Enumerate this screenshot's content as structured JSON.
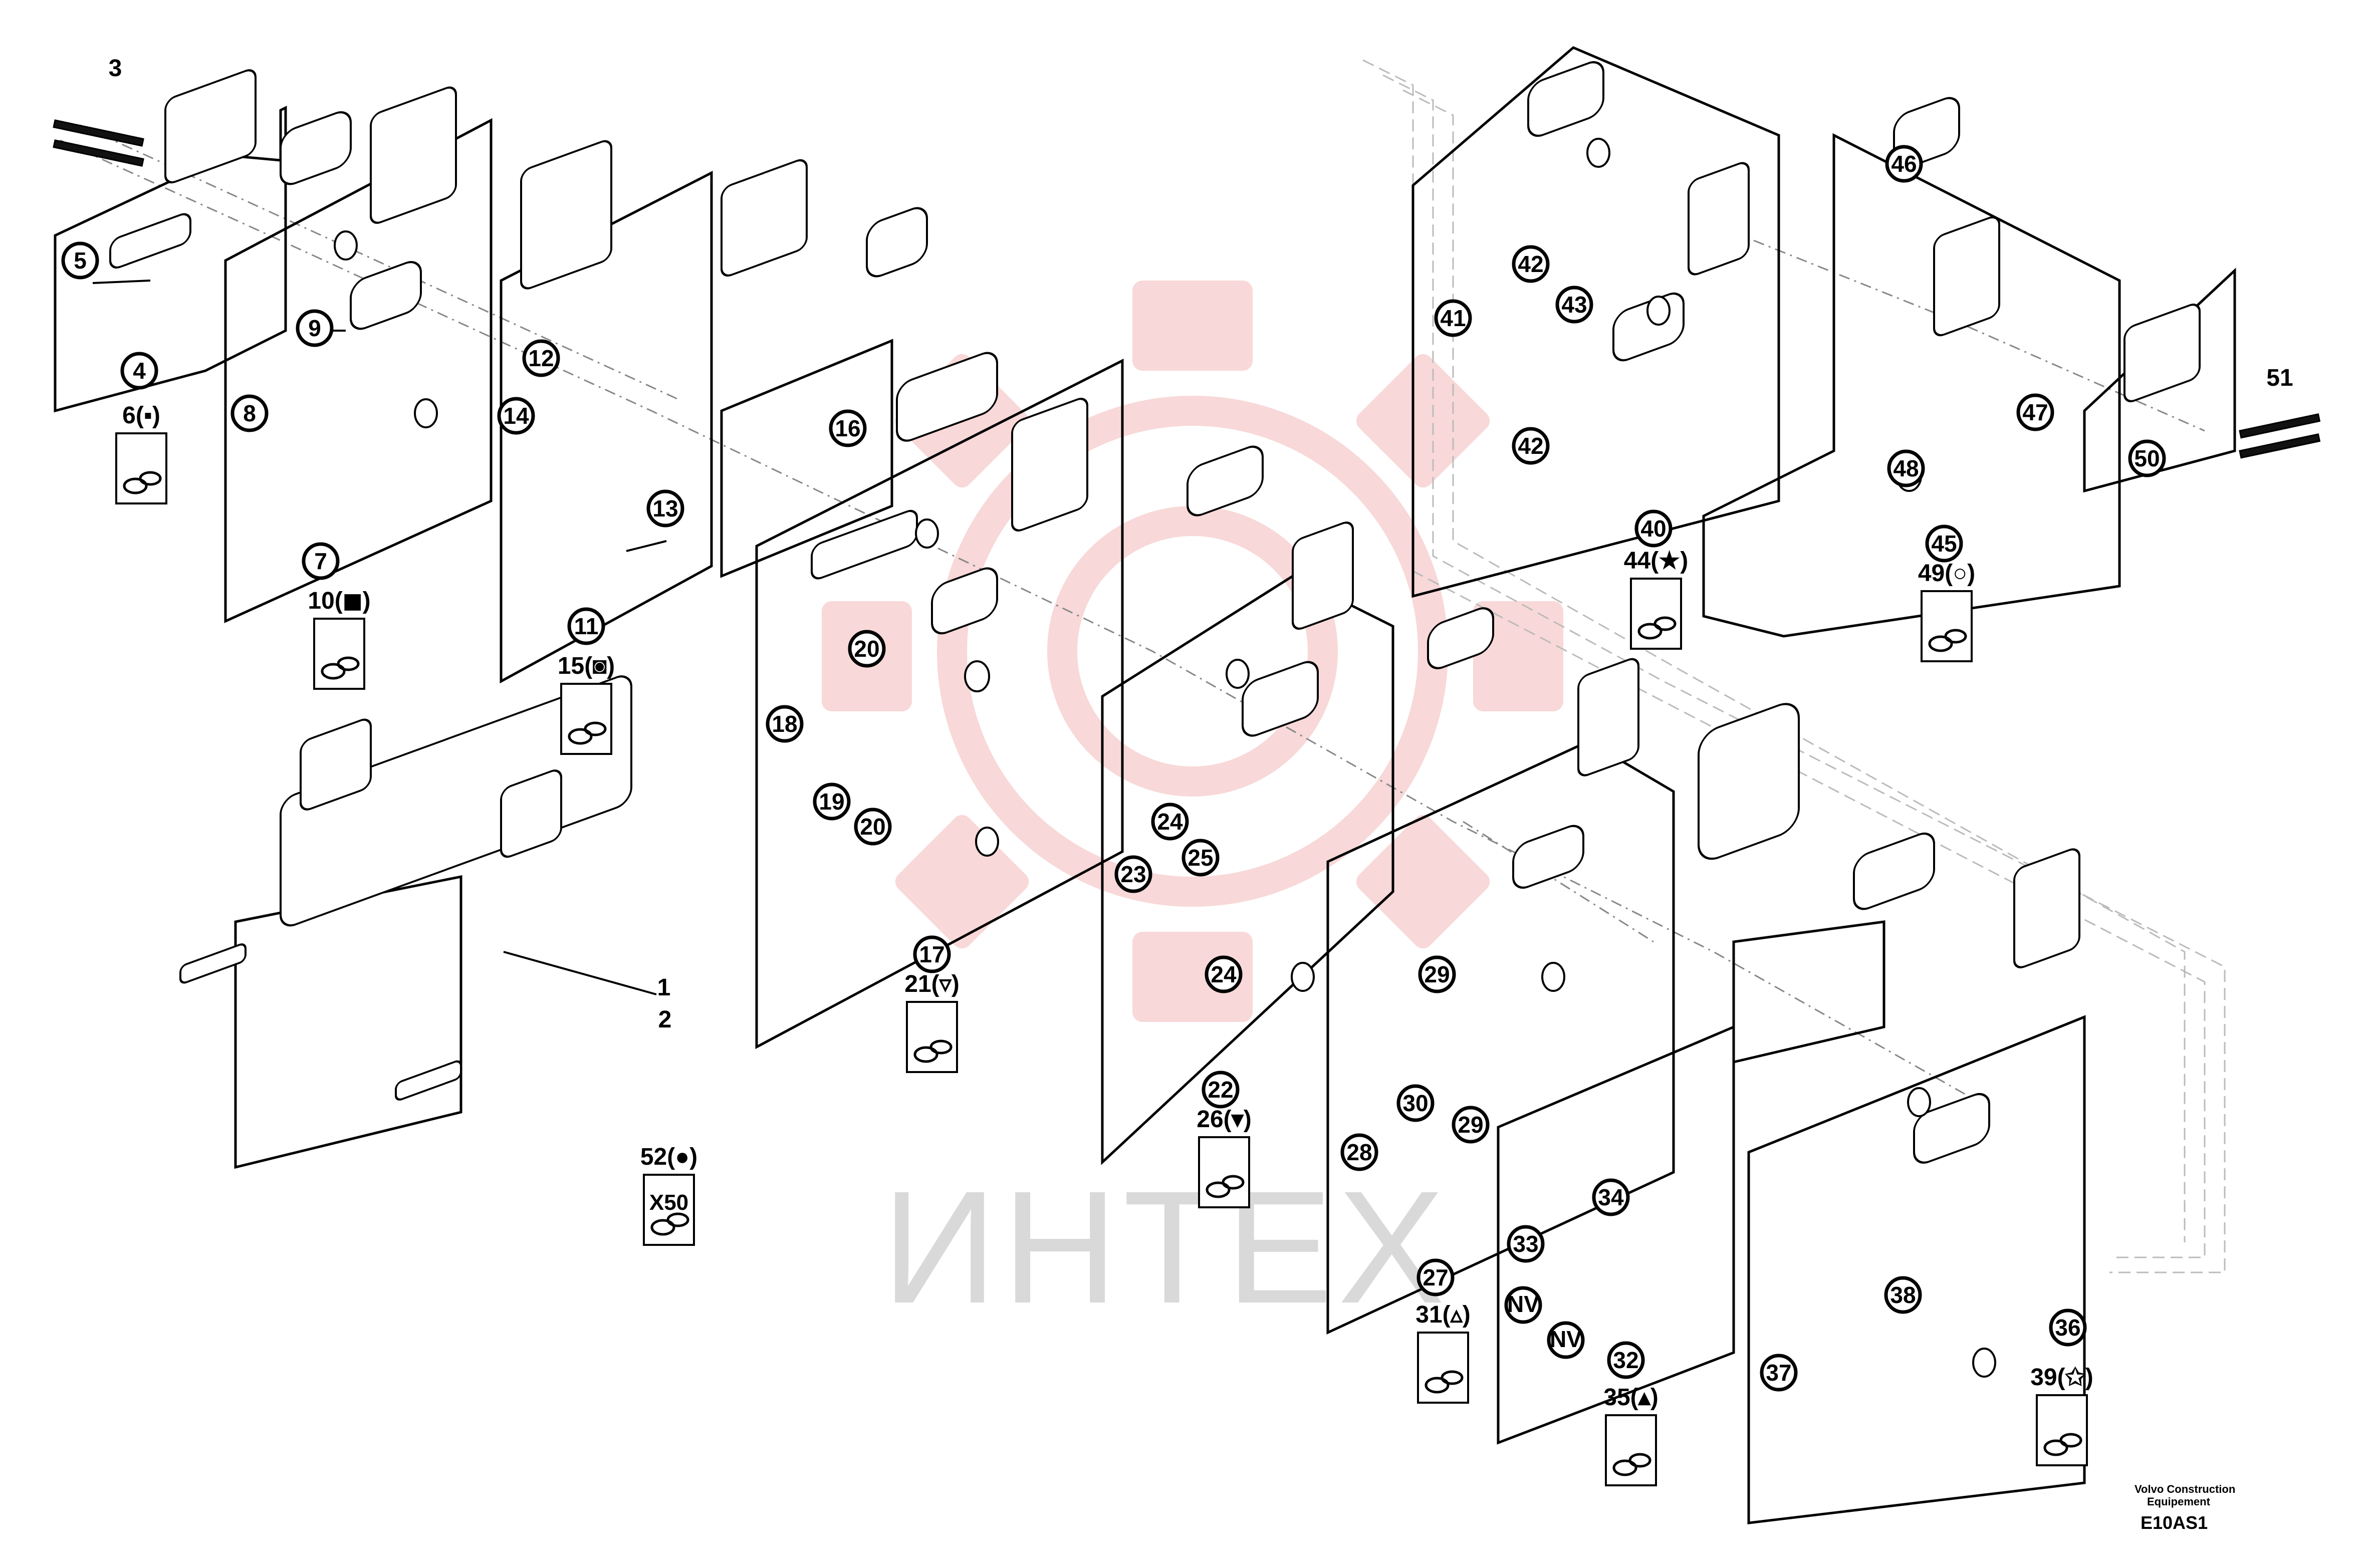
{
  "watermark": {
    "text": "ИНТЕХ",
    "logo_color": "#f2b8b8"
  },
  "footer": {
    "brand_line1": "Volvo Construction",
    "brand_line2": "Equipement",
    "code": "E10AS1"
  },
  "callouts": [
    "5",
    "4",
    "8",
    "9",
    "12",
    "14",
    "13",
    "16",
    "11",
    "7",
    "18",
    "19",
    "20",
    "20",
    "17",
    "23",
    "24",
    "25",
    "24",
    "22",
    "28",
    "29",
    "30",
    "29",
    "27",
    "33",
    "34",
    "32",
    "41",
    "42",
    "43",
    "42",
    "40",
    "46",
    "48",
    "45",
    "47",
    "50",
    "37",
    "38",
    "36"
  ],
  "plain_numbers": [
    "3",
    "1",
    "2",
    "51"
  ],
  "nv_labels": [
    "NV",
    "NV"
  ],
  "kits": [
    {
      "label": "6(▪)",
      "qty": ""
    },
    {
      "label": "10(◼)",
      "qty": ""
    },
    {
      "label": "15(◙)",
      "qty": ""
    },
    {
      "label": "21(▿)",
      "qty": ""
    },
    {
      "label": "26(▾)",
      "qty": ""
    },
    {
      "label": "31(▵)",
      "qty": ""
    },
    {
      "label": "35(▴)",
      "qty": ""
    },
    {
      "label": "39(✩)",
      "qty": ""
    },
    {
      "label": "44(★)",
      "qty": ""
    },
    {
      "label": "49(○)",
      "qty": ""
    },
    {
      "label": "52(●)",
      "qty": "X50"
    }
  ]
}
